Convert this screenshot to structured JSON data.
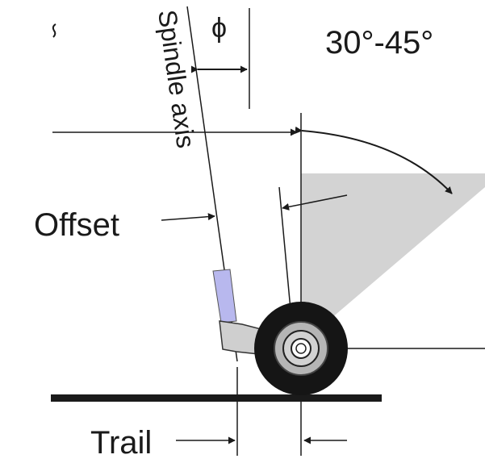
{
  "labels": {
    "spindle_axis": "Spindle axis",
    "phi": "ϕ",
    "angle_range": "30°-45°",
    "offset": "Offset",
    "trail": "Trail"
  },
  "colors": {
    "ink": "#1a1a1a",
    "swivel_zone": "#d3d3d3",
    "spindle_tube": "#b8b8ee",
    "fork_arm": "#cfcfcf",
    "tire": "#151515",
    "hub": "#c8c8c8"
  }
}
